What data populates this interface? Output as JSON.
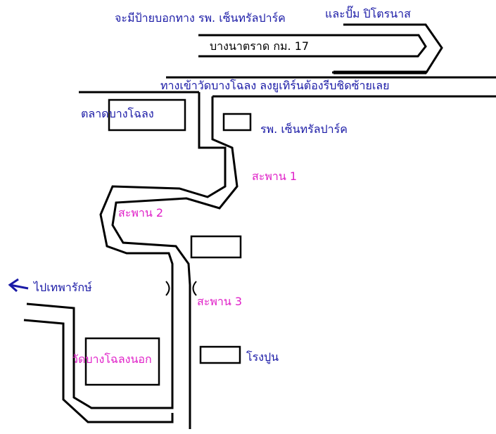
{
  "colors": {
    "label_blue": "#1a1aa6",
    "label_magenta": "#e020c8",
    "line_black": "#000000"
  },
  "labels": {
    "sign_note": "จะมีป้ายบอกทาง รพ. เซ็นทรัลปาร์ค",
    "gas_station": "และปั๊ม ปิโตรนาส",
    "highway": "บางนาตราด กม. 17",
    "entrance_note": "ทางเข้าวัดบางโฉลง ลงยูเทิร์นต้องรีบชิดซ้ายเลย",
    "market": "ตลาดบางโฉลง",
    "hospital": "รพ.  เซ็นทรัลปาร์ค",
    "bridge_1": "สะพาน 1",
    "bridge_2": "สะพาน 2",
    "bridge_3": "สะพาน 3",
    "to_tepparak": "ไปเทพารักษ์",
    "temple_outer": "วัดบางโฉลงนอก",
    "factory": "โรงปูน"
  },
  "icons": {
    "direction_arrow": "arrow-left-icon"
  }
}
